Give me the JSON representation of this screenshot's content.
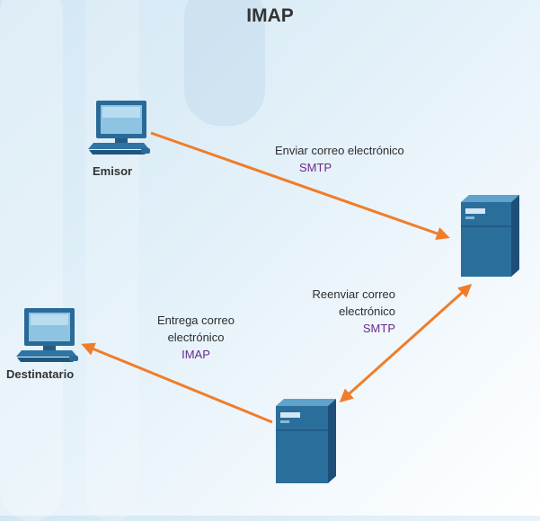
{
  "title": "IMAP",
  "nodes": {
    "sender": {
      "label": "Emisor"
    },
    "recipient": {
      "label": "Destinatario"
    }
  },
  "edges": {
    "send": {
      "line1": "Enviar correo electrónico",
      "protocol": "SMTP"
    },
    "forward": {
      "line1": "Reenviar correo",
      "line2": "electrónico",
      "protocol": "SMTP"
    },
    "deliver": {
      "line1": "Entrega correo",
      "line2": "electrónico",
      "protocol": "IMAP"
    }
  },
  "colors": {
    "arrow": "#f07d2a",
    "protocol_text": "#6a2a8c",
    "server": "#2a6f9c",
    "monitor": "#3d86b5"
  },
  "icons": [
    "computer-icon",
    "server-icon"
  ]
}
